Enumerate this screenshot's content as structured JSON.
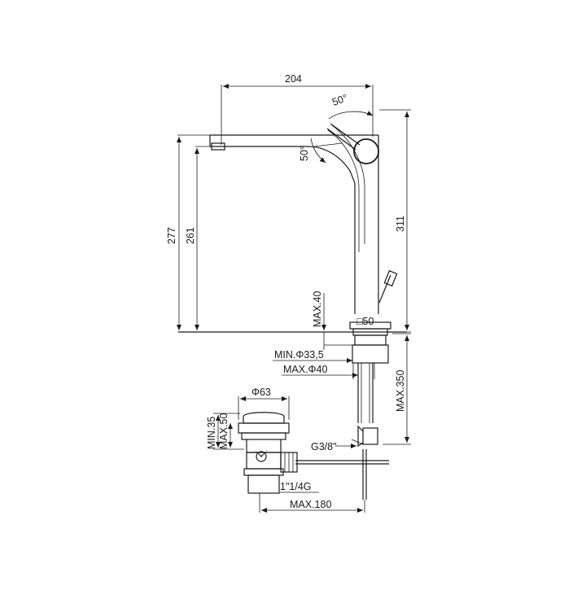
{
  "diagram": {
    "labels": {
      "width_204": "204",
      "angle_top": "50°",
      "angle_side": "50°",
      "height_277": "277",
      "height_261": "261",
      "height_311": "311",
      "max_40": "MAX.40",
      "square_50": "□50",
      "min_dia": "MIN.Φ33,5",
      "max_dia": "MAX.Φ40",
      "max_350": "MAX.350",
      "dia_63": "Φ63",
      "min_35": "MIN.35",
      "max_50": "MAX.50",
      "g38": "G3/8\"",
      "thread": "1\"1/4G",
      "max_180": "MAX.180"
    }
  }
}
